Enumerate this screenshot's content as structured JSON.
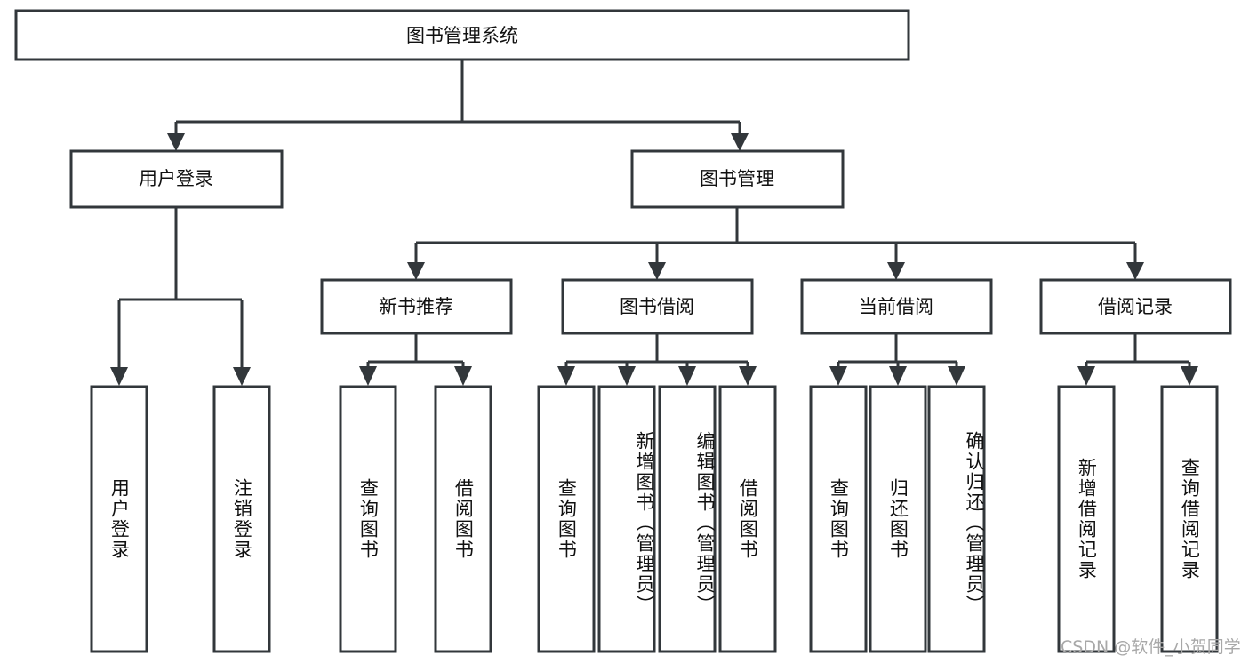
{
  "diagram": {
    "type": "hierarchy-tree",
    "title": "图书管理系统",
    "root": {
      "label": "图书管理系统",
      "children": [
        {
          "label": "用户登录",
          "children": [
            {
              "label": "用户登录"
            },
            {
              "label": "注销登录"
            }
          ]
        },
        {
          "label": "图书管理",
          "children": [
            {
              "label": "新书推荐",
              "children": [
                {
                  "label": "查询图书"
                },
                {
                  "label": "借阅图书"
                }
              ]
            },
            {
              "label": "图书借阅",
              "children": [
                {
                  "label": "查询图书"
                },
                {
                  "label": "新增图书（管理员）"
                },
                {
                  "label": "编辑图书（管理员）"
                },
                {
                  "label": "借阅图书"
                }
              ]
            },
            {
              "label": "当前借阅",
              "children": [
                {
                  "label": "查询图书"
                },
                {
                  "label": "归还图书"
                },
                {
                  "label": "确认归还（管理员）"
                }
              ]
            },
            {
              "label": "借阅记录",
              "children": [
                {
                  "label": "新增借阅记录"
                },
                {
                  "label": "查询借阅记录"
                }
              ]
            }
          ]
        }
      ]
    }
  },
  "labels": {
    "root": "图书管理系统",
    "l2_user_login": "用户登录",
    "l2_book_mgmt": "图书管理",
    "l3_new_book_rec": "新书推荐",
    "l3_book_borrow": "图书借阅",
    "l3_current_borrow": "当前借阅",
    "l3_borrow_record": "借阅记录",
    "leaf_user_login": "用户登录",
    "leaf_logout": "注销登录",
    "leaf_query_book_a": "查询图书",
    "leaf_borrow_book_a": "借阅图书",
    "leaf_query_book_b": "查询图书",
    "leaf_add_book": "新增图书（管理员）",
    "leaf_edit_book": "编辑图书（管理员）",
    "leaf_borrow_book_b": "借阅图书",
    "leaf_query_book_c": "查询图书",
    "leaf_return_book": "归还图书",
    "leaf_confirm_return": "确认归还（管理员）",
    "leaf_add_record": "新增借阅记录",
    "leaf_query_record": "查询借阅记录"
  },
  "watermark": {
    "text": "CSDN @软件_小贺同学"
  },
  "colors": {
    "stroke": "#32373b",
    "box_fill": "#ffffff",
    "text": "#111111",
    "watermark": "#a8a8a8",
    "background": "#ffffff"
  }
}
